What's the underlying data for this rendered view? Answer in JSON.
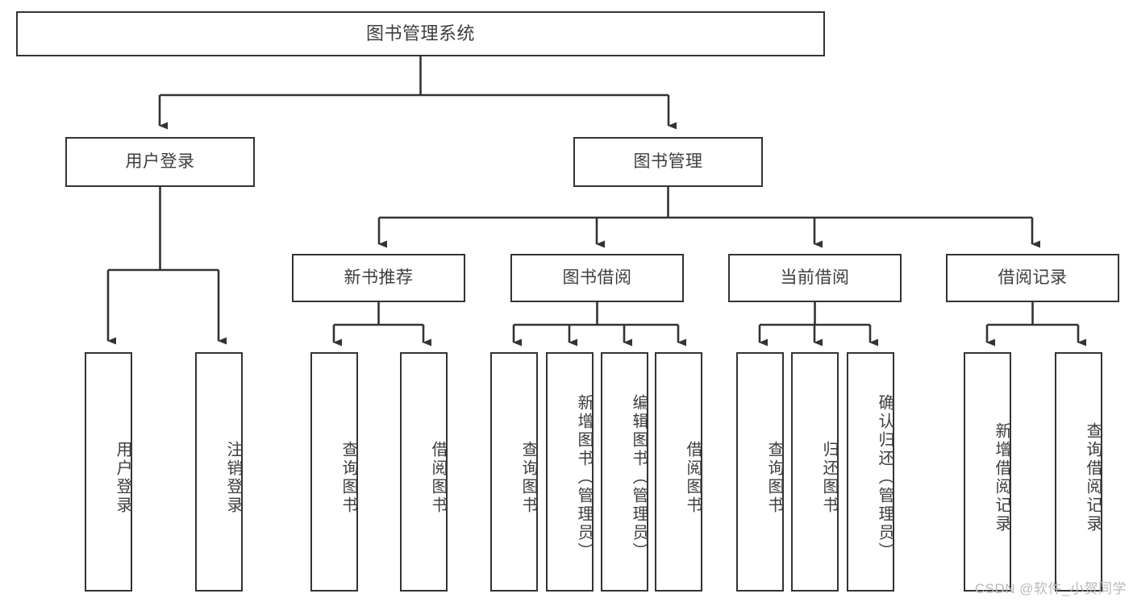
{
  "diagram": {
    "type": "tree-hierarchy",
    "title": "图书管理系统",
    "style": {
      "box_border": "#333333",
      "box_fill": "#ffffff",
      "text": "#3d3d3d",
      "connector": "#333333"
    },
    "root": {
      "label": "图书管理系统"
    },
    "level1": [
      {
        "label": "用户登录"
      },
      {
        "label": "图书管理"
      }
    ],
    "level2": [
      {
        "label": "新书推荐"
      },
      {
        "label": "图书借阅"
      },
      {
        "label": "当前借阅"
      },
      {
        "label": "借阅记录"
      }
    ],
    "leaves": [
      {
        "label": "用户登录",
        "parent": "用户登录"
      },
      {
        "label": "注销登录",
        "parent": "用户登录"
      },
      {
        "label": "查询图书",
        "parent": "新书推荐"
      },
      {
        "label": "借阅图书",
        "parent": "新书推荐"
      },
      {
        "label": "查询图书",
        "parent": "图书借阅"
      },
      {
        "label": "新增图书（管理员）",
        "parent": "图书借阅"
      },
      {
        "label": "编辑图书（管理员）",
        "parent": "图书借阅"
      },
      {
        "label": "借阅图书",
        "parent": "图书借阅"
      },
      {
        "label": "查询图书",
        "parent": "当前借阅"
      },
      {
        "label": "归还图书",
        "parent": "当前借阅"
      },
      {
        "label": "确认归还（管理员）",
        "parent": "当前借阅"
      },
      {
        "label": "新增借阅记录",
        "parent": "借阅记录"
      },
      {
        "label": "查询借阅记录",
        "parent": "借阅记录"
      }
    ]
  },
  "watermark": {
    "text": "CSDN @软件_小贺同学"
  }
}
